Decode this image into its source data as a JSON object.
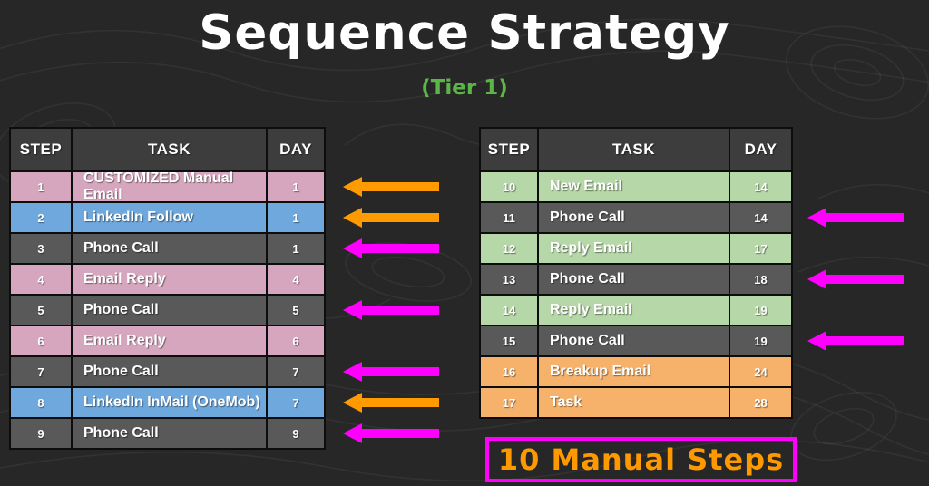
{
  "title": "Sequence Strategy",
  "subtitle": "(Tier 1)",
  "badge": {
    "label": "10 Manual Steps"
  },
  "colors": {
    "background": "#272727",
    "table_border": "#0d0d0d",
    "header_bg": "#3d3d3d",
    "gray": "#595959",
    "pink": "#d5a6bd",
    "blue": "#6fa8dc",
    "green": "#b6d7a8",
    "orange": "#f6b26b",
    "arrow_orange": "#ff9b00",
    "arrow_magenta": "#ff00ff",
    "title_white": "#ffffff",
    "subtitle_green": "#5bb647",
    "badge_border": "#ff00ff",
    "badge_text": "#ff9900"
  },
  "tables": [
    {
      "id": "table-left",
      "name": "sequence-table-steps-1-9",
      "arrow_side": "left",
      "headers": [
        "STEP",
        "TASK",
        "DAY"
      ],
      "rows": [
        {
          "step": "1",
          "task": "CUSTOMIZED Manual Email",
          "day": "1",
          "color": "pink",
          "arrow": "orange"
        },
        {
          "step": "2",
          "task": "LinkedIn Follow",
          "day": "1",
          "color": "blue",
          "arrow": "orange"
        },
        {
          "step": "3",
          "task": "Phone Call",
          "day": "1",
          "color": "gray",
          "arrow": "magenta"
        },
        {
          "step": "4",
          "task": "Email Reply",
          "day": "4",
          "color": "pink",
          "arrow": null
        },
        {
          "step": "5",
          "task": "Phone Call",
          "day": "5",
          "color": "gray",
          "arrow": "magenta"
        },
        {
          "step": "6",
          "task": "Email Reply",
          "day": "6",
          "color": "pink",
          "arrow": null
        },
        {
          "step": "7",
          "task": "Phone Call",
          "day": "7",
          "color": "gray",
          "arrow": "magenta"
        },
        {
          "step": "8",
          "task": "LinkedIn InMail (OneMob)",
          "day": "7",
          "color": "blue",
          "arrow": "orange"
        },
        {
          "step": "9",
          "task": "Phone Call",
          "day": "9",
          "color": "gray",
          "arrow": "magenta"
        }
      ]
    },
    {
      "id": "table-right",
      "name": "sequence-table-steps-10-17",
      "arrow_side": "right",
      "headers": [
        "STEP",
        "TASK",
        "DAY"
      ],
      "rows": [
        {
          "step": "10",
          "task": "New Email",
          "day": "14",
          "color": "green",
          "arrow": null
        },
        {
          "step": "11",
          "task": "Phone Call",
          "day": "14",
          "color": "gray",
          "arrow": "magenta"
        },
        {
          "step": "12",
          "task": "Reply Email",
          "day": "17",
          "color": "green",
          "arrow": null
        },
        {
          "step": "13",
          "task": "Phone Call",
          "day": "18",
          "color": "gray",
          "arrow": "magenta"
        },
        {
          "step": "14",
          "task": "Reply Email",
          "day": "19",
          "color": "green",
          "arrow": null
        },
        {
          "step": "15",
          "task": "Phone Call",
          "day": "19",
          "color": "gray",
          "arrow": "magenta"
        },
        {
          "step": "16",
          "task": "Breakup Email",
          "day": "24",
          "color": "orange",
          "arrow": null
        },
        {
          "step": "17",
          "task": "Task",
          "day": "28",
          "color": "orange",
          "arrow": null
        }
      ]
    }
  ]
}
